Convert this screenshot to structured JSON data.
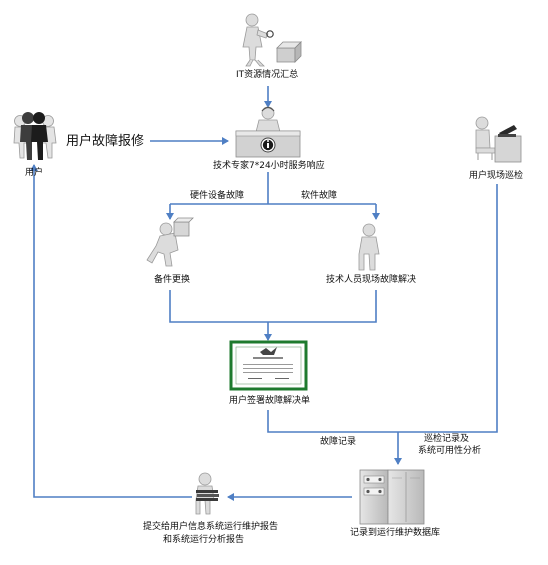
{
  "labels": {
    "it_summary": "IT资源情况汇总",
    "user": "用户",
    "user_report": "用户故障报修",
    "expert": "技术专家7*24小时服务响应",
    "onsite_inspection": "用户现场巡检",
    "hardware_fault": "硬件设备故障",
    "software_fault": "软件故障",
    "spare_replace": "备件更换",
    "tech_onsite": "技术人员现场故障解决",
    "sign_form": "用户签署故障解决单",
    "fault_record": "故障记录",
    "inspect_record_line1": "巡检记录及",
    "inspect_record_line2": "系统可用性分析",
    "report_line1": "提交给用户信息系统运行维护报告",
    "report_line2": "和系统运行分析报告",
    "record_db": "记录到运行维护数据库"
  },
  "colors": {
    "flow_line": "#4f7fc4",
    "certificate_border": "#1e7a2e"
  }
}
